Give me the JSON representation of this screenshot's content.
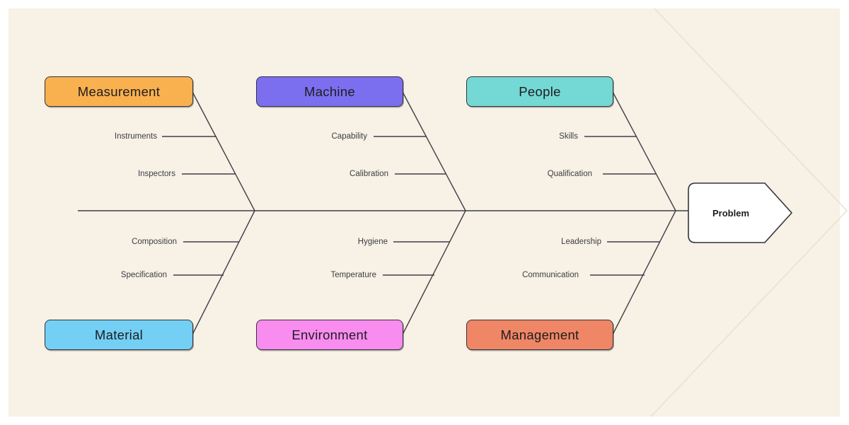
{
  "theme": {
    "page_background": "#ffffff",
    "canvas_background": "#f7f1e6",
    "line_color": "#3f3f46",
    "watermark_color": "#e9e1ce",
    "box_border_color": "#33333a",
    "cause_text_color": "#3d3d42"
  },
  "diagram": {
    "type": "fishbone",
    "problem": {
      "label": "Problem",
      "fill": "#ffffff"
    },
    "categories": [
      {
        "label": "Measurement",
        "color": "#f9b04e",
        "side": "top",
        "causes": [
          "Instruments",
          "Inspectors"
        ]
      },
      {
        "label": "Machine",
        "color": "#7b6ff0",
        "side": "top",
        "causes": [
          "Capability",
          "Calibration"
        ]
      },
      {
        "label": "People",
        "color": "#74d8d4",
        "side": "top",
        "causes": [
          "Skills",
          "Qualification"
        ]
      },
      {
        "label": "Material",
        "color": "#74cff4",
        "side": "bottom",
        "causes": [
          "Composition",
          "Specification"
        ]
      },
      {
        "label": "Environment",
        "color": "#f98cef",
        "side": "bottom",
        "causes": [
          "Hygiene",
          "Temperature"
        ]
      },
      {
        "label": "Management",
        "color": "#ef8666",
        "side": "bottom",
        "causes": [
          "Leadership",
          "Communication"
        ]
      }
    ]
  }
}
